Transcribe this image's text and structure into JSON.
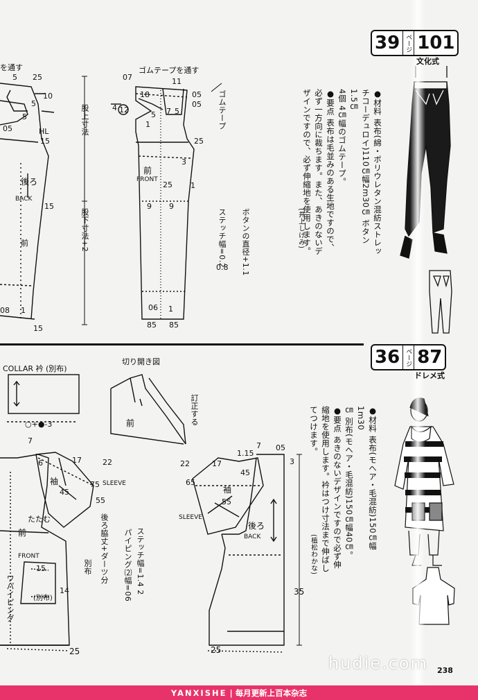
{
  "section_top": {
    "page_number": "39",
    "page_label": "ページ",
    "pattern_number": "101",
    "style_name": "文化式",
    "description": [
      "●材料 表布(綿・ポリウレタン混紡ストレッ",
      "チコーデュロイ)110㎝幅2m30㎝ ボタン1.5㎝",
      "4個 4㎝幅のゴムテープ。",
      "●要点 表布は毛並みのある生地ですので、",
      "必ず一方向に裁ちます。また、あきのないデ",
      "ザインですので、必ず伸縮地を使用します。"
    ],
    "author": "(井上しげみ)"
  },
  "section_bottom": {
    "page_number": "36",
    "page_label": "ページ",
    "pattern_number": "87",
    "style_name": "ドレメ式",
    "description": [
      "●材料 表布(モヘア・毛混紡)150㎝幅1m30",
      "㎝ 別布(モヘア・毛混紡)150㎝幅40㎝。",
      "●要点 あきのないデザインですので必ず伸",
      "縮地を使用します。衿はつけ寸法まで伸ばし",
      "てつけます。"
    ],
    "author": "(植松わかな)"
  },
  "draft_top": {
    "gom_tape": "ゴムテープを通す",
    "gom_tape_left": "を通す",
    "mata_ue": "股上寸法",
    "mata_shita": "股下寸法+2",
    "front_jp": "前",
    "front_en": "FRONT",
    "back_jp": "後ろ",
    "back_en": "BACK",
    "front_left": "前",
    "gom_tape_v": "ゴムテープ",
    "button_note": "ボタンの直径+1.1",
    "stitch_note": "ステッチ幅=0.2",
    "stitch_note2": "0.8",
    "hl": "HL",
    "labels": [
      "07",
      "11",
      "05",
      "05",
      "18",
      "7",
      "5",
      "5",
      "4",
      "12",
      "1",
      "25",
      "3",
      "1",
      "25",
      "9",
      "9",
      "06",
      "1",
      "85",
      "85",
      "5",
      "25",
      "10",
      "5",
      "05",
      "15",
      "15",
      "5",
      "1",
      "08",
      "1",
      "15",
      "HL",
      "2",
      "3",
      "15",
      "1.1",
      "0.8"
    ]
  },
  "draft_bottom": {
    "collar": "COLLAR 衿 (別布)",
    "kirihiraki": "切り開き図",
    "teisei": "訂正する",
    "front_jp": "前",
    "sleeve_jp": "袖",
    "sleeve_en": "SLEEVE",
    "back_jp": "後ろ",
    "back_en": "BACK",
    "tatamu": "たたむ",
    "front2_jp": "前",
    "front2_en": "FRONT",
    "betsununo": "(別布)",
    "piping_v": "パイピング",
    "piping_left": "ワパイピング",
    "stitch_b": "ステッチ幅=1.4 2",
    "piping_b": "パイピング⑵幅=06",
    "back_darts": "後ろ脇丈+ダーツ分",
    "betsu_v": "別布",
    "measure_collar": "○+●-3",
    "n35": "35",
    "n25a": "25",
    "n25b": "25",
    "n15": "15",
    "n14": "14",
    "n3": "3",
    "n7": "7",
    "n17": "17",
    "n22": "22",
    "n45": "45",
    "n55": "55",
    "n65": "65",
    "n115": "1.15",
    "n05": "05",
    "n75": "75",
    "n6": "6"
  },
  "watermark": "hudie.com",
  "page_footer_number": "238",
  "footer": {
    "brand": "YANXISHE",
    "tagline": "每月更新上百本杂志"
  }
}
